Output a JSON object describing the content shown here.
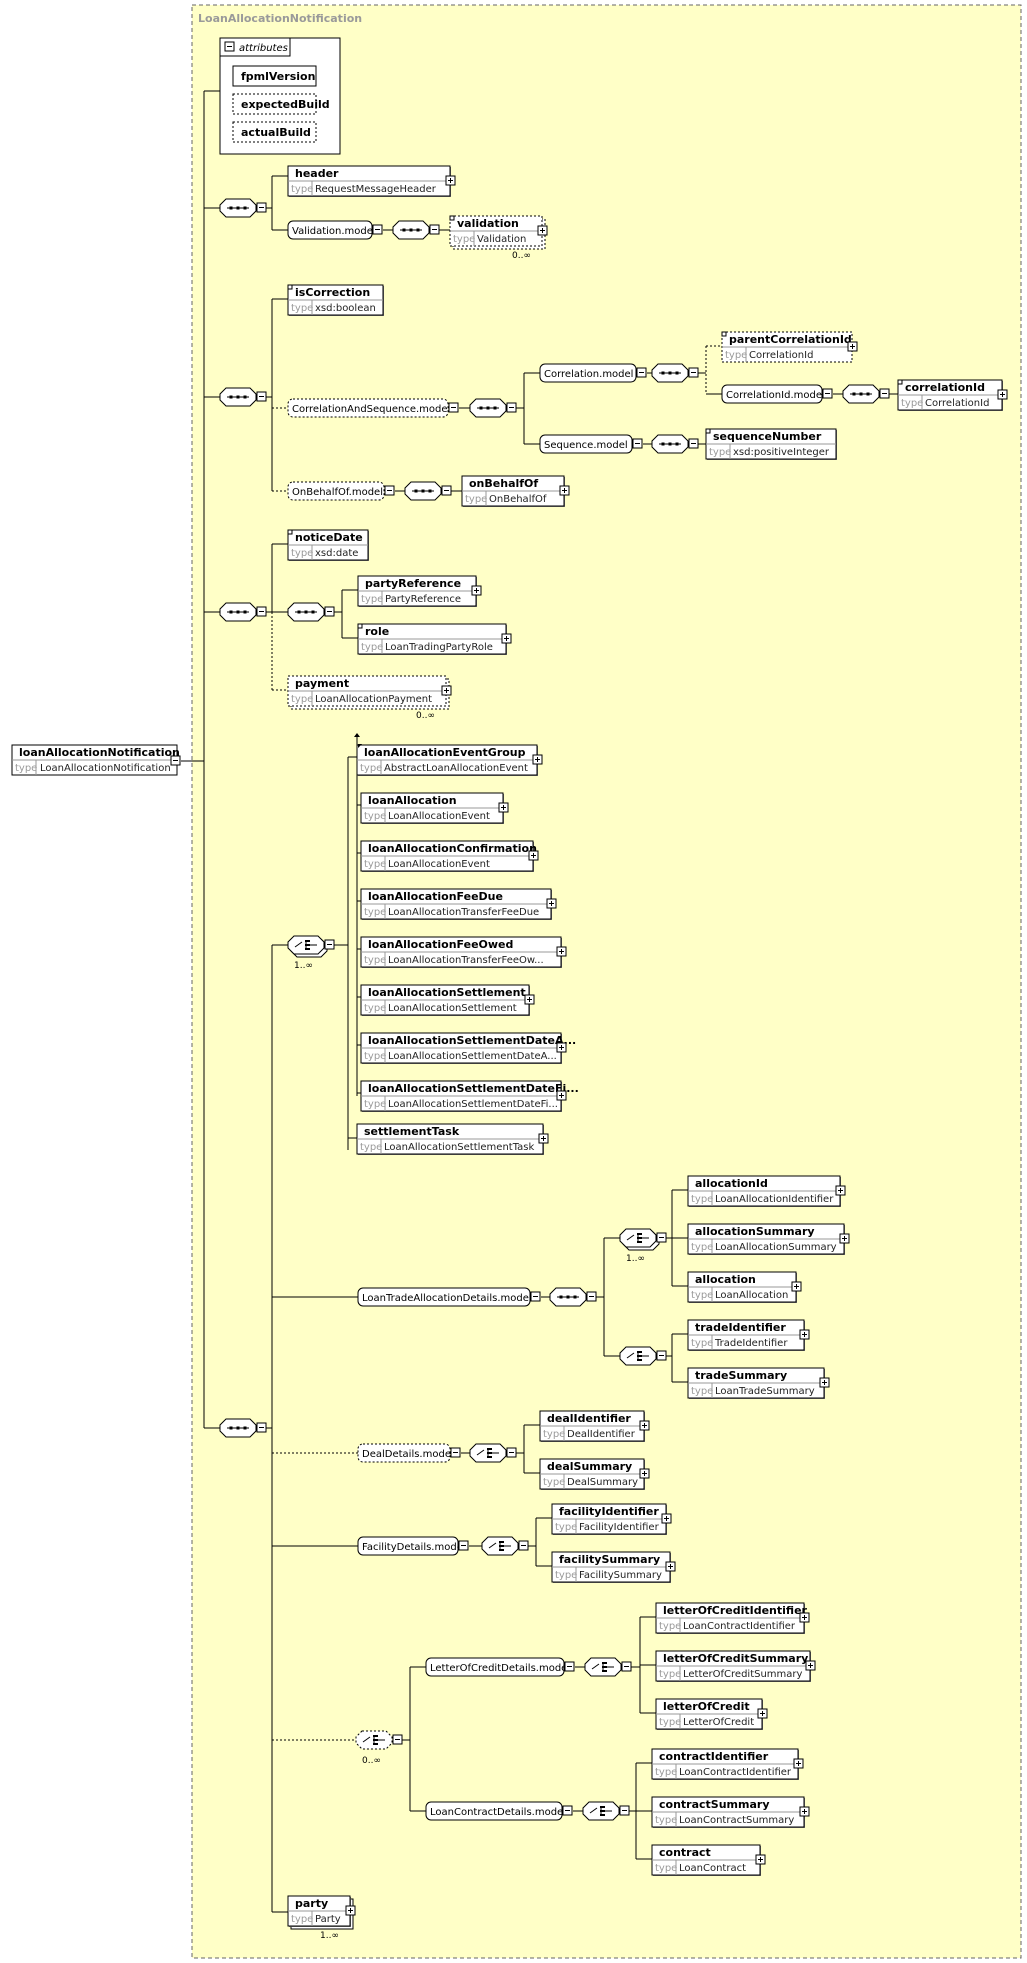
{
  "frame": {
    "title": "LoanAllocationNotification"
  },
  "attributes": {
    "label": "attributes",
    "items": [
      "fpmlVersion",
      "expectedBuild",
      "actualBuild"
    ]
  },
  "root": {
    "name": "loanAllocationNotification",
    "type": "LoanAllocationNotification"
  },
  "type_prefix": "type",
  "elements": {
    "header": {
      "name": "header",
      "type": "RequestMessageHeader"
    },
    "validation": {
      "name": "validation",
      "type": "Validation",
      "occurs": "0..∞"
    },
    "isCorrection": {
      "name": "isCorrection",
      "type": "xsd:boolean"
    },
    "parentCorrelationId": {
      "name": "parentCorrelationId",
      "type": "CorrelationId"
    },
    "correlationId": {
      "name": "correlationId",
      "type": "CorrelationId"
    },
    "sequenceNumber": {
      "name": "sequenceNumber",
      "type": "xsd:positiveInteger"
    },
    "onBehalfOf": {
      "name": "onBehalfOf",
      "type": "OnBehalfOf"
    },
    "noticeDate": {
      "name": "noticeDate",
      "type": "xsd:date"
    },
    "partyReference": {
      "name": "partyReference",
      "type": "PartyReference"
    },
    "role": {
      "name": "role",
      "type": "LoanTradingPartyRole"
    },
    "payment": {
      "name": "payment",
      "type": "LoanAllocationPayment",
      "occurs": "0..∞"
    },
    "loanAllocationEventGroup": {
      "name": "loanAllocationEventGroup",
      "type": "AbstractLoanAllocationEvent"
    },
    "loanAllocation": {
      "name": "loanAllocation",
      "type": "LoanAllocationEvent"
    },
    "loanAllocationConfirmation": {
      "name": "loanAllocationConfirmation",
      "type": "LoanAllocationEvent"
    },
    "loanAllocationFeeDue": {
      "name": "loanAllocationFeeDue",
      "type": "LoanAllocationTransferFeeDue"
    },
    "loanAllocationFeeOwed": {
      "name": "loanAllocationFeeOwed",
      "type": "LoanAllocationTransferFeeOw..."
    },
    "loanAllocationSettlement": {
      "name": "loanAllocationSettlement",
      "type": "LoanAllocationSettlement"
    },
    "loanAllocationSettlementDateA": {
      "name": "loanAllocationSettlementDateA...",
      "type": "LoanAllocationSettlementDateA..."
    },
    "loanAllocationSettlementDateFi": {
      "name": "loanAllocationSettlementDateFi...",
      "type": "LoanAllocationSettlementDateFi..."
    },
    "settlementTask": {
      "name": "settlementTask",
      "type": "LoanAllocationSettlementTask"
    },
    "allocationId": {
      "name": "allocationId",
      "type": "LoanAllocationIdentifier"
    },
    "allocationSummary": {
      "name": "allocationSummary",
      "type": "LoanAllocationSummary"
    },
    "allocation": {
      "name": "allocation",
      "type": "LoanAllocation"
    },
    "tradeIdentifier": {
      "name": "tradeIdentifier",
      "type": "TradeIdentifier"
    },
    "tradeSummary": {
      "name": "tradeSummary",
      "type": "LoanTradeSummary"
    },
    "dealIdentifier": {
      "name": "dealIdentifier",
      "type": "DealIdentifier"
    },
    "dealSummary": {
      "name": "dealSummary",
      "type": "DealSummary"
    },
    "facilityIdentifier": {
      "name": "facilityIdentifier",
      "type": "FacilityIdentifier"
    },
    "facilitySummary": {
      "name": "facilitySummary",
      "type": "FacilitySummary"
    },
    "letterOfCreditIdentifier": {
      "name": "letterOfCreditIdentifier",
      "type": "LoanContractIdentifier"
    },
    "letterOfCreditSummary": {
      "name": "letterOfCreditSummary",
      "type": "LetterOfCreditSummary"
    },
    "letterOfCredit": {
      "name": "letterOfCredit",
      "type": "LetterOfCredit"
    },
    "contractIdentifier": {
      "name": "contractIdentifier",
      "type": "LoanContractIdentifier"
    },
    "contractSummary": {
      "name": "contractSummary",
      "type": "LoanContractSummary"
    },
    "contract": {
      "name": "contract",
      "type": "LoanContract"
    },
    "party": {
      "name": "party",
      "type": "Party",
      "occurs": "1..∞"
    }
  },
  "models": {
    "validationModel": "Validation.model",
    "correlationAndSequence": "CorrelationAndSequence.model",
    "correlationModel": "Correlation.model",
    "correlationIdModel": "CorrelationId.model",
    "sequenceModel": "Sequence.model",
    "onBehalfOfModel": "OnBehalfOf.model",
    "loanTradeAllocationDetails": "LoanTradeAllocationDetails.model",
    "dealDetails": "DealDetails.model",
    "facilityDetails": "FacilityDetails.model",
    "letterOfCreditDetails": "LetterOfCreditDetails.model",
    "loanContractDetails": "LoanContractDetails.model"
  },
  "occurrences": {
    "eventChoice": "1..∞",
    "allocationChoice": "1..∞",
    "contractChoice": "0..∞"
  }
}
